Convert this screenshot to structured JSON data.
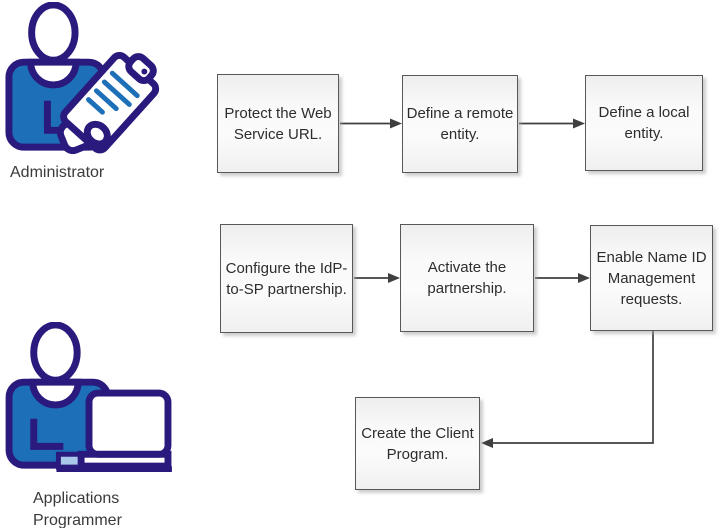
{
  "actors": [
    {
      "label": "Administrator",
      "icon": "person-with-clipboard-icon"
    },
    {
      "label": "Applications\nProgrammer",
      "icon": "person-with-laptop-icon"
    }
  ],
  "steps": [
    {
      "label": "Protect the Web\nService URL."
    },
    {
      "label": "Define a remote\nentity."
    },
    {
      "label": "Define a local\nentity."
    },
    {
      "label": "Configure the IdP-\nto-SP partnership."
    },
    {
      "label": "Activate the\npartnership."
    },
    {
      "label": "Enable Name ID\nManagement\nrequests."
    },
    {
      "label": "Create the Client\nProgram."
    }
  ],
  "connections": [
    {
      "from": "Protect the Web Service URL.",
      "to": "Define a remote entity.",
      "style": "straight-arrow"
    },
    {
      "from": "Define a remote entity.",
      "to": "Define a local entity.",
      "style": "straight-arrow"
    },
    {
      "from": "Configure the IdP-to-SP partnership.",
      "to": "Activate the partnership.",
      "style": "straight-arrow"
    },
    {
      "from": "Activate the partnership.",
      "to": "Enable Name ID Management requests.",
      "style": "straight-arrow"
    },
    {
      "from": "Enable Name ID Management requests.",
      "to": "Create the Client Program.",
      "style": "elbow-arrow"
    }
  ],
  "colors": {
    "icon_outline": "#2a1a7e",
    "icon_fill": "#1d6fb8",
    "icon_accent": "#a9c7e9",
    "box_border": "#585858",
    "arrow": "#3f3f3f",
    "text": "#2d2d2d",
    "background": "#ffffff"
  }
}
